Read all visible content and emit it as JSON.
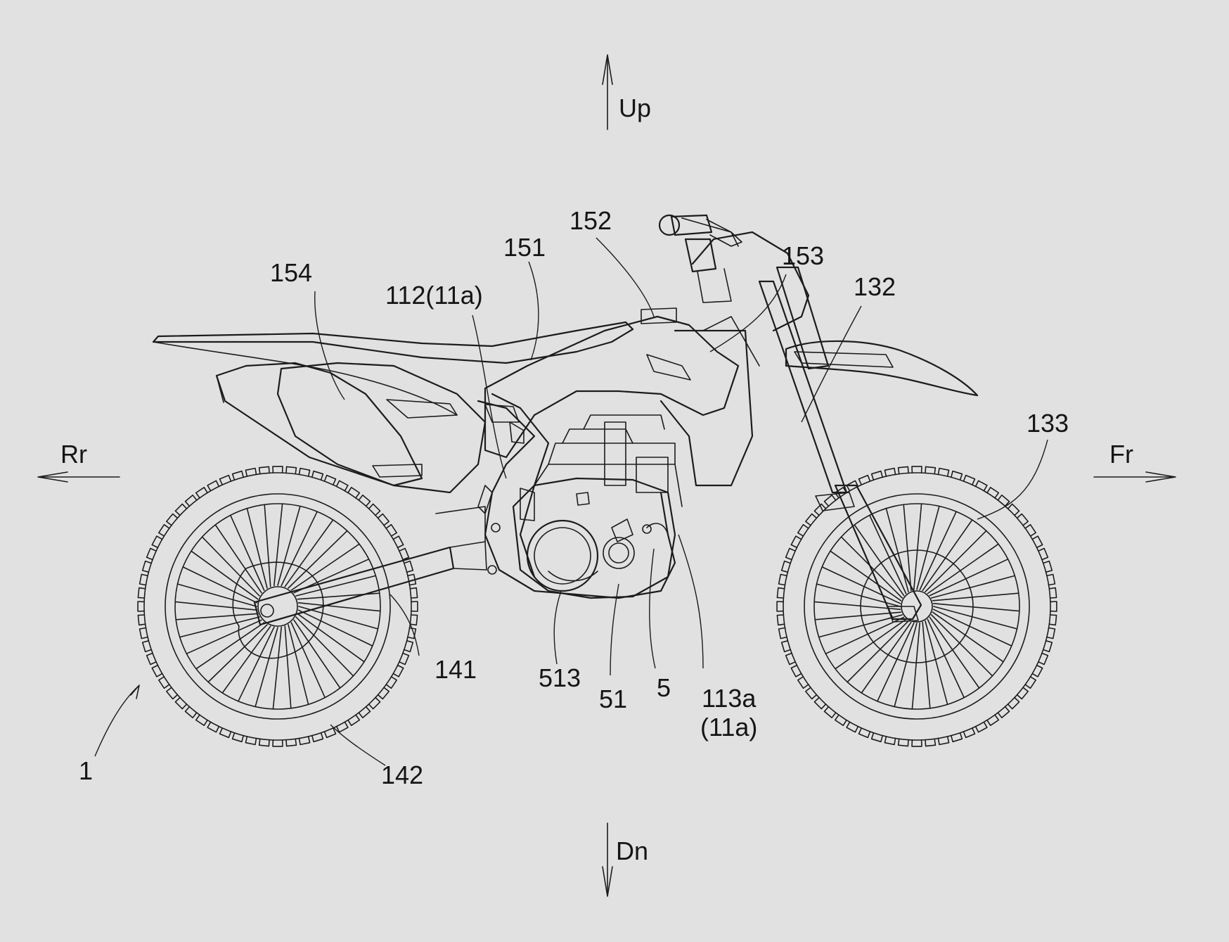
{
  "directions": {
    "up": "Up",
    "down": "Dn",
    "rear": "Rr",
    "front": "Fr"
  },
  "labels": {
    "l1": "1",
    "l5": "5",
    "l51": "51",
    "l112": "112(11a)",
    "l113a": "113a",
    "l113a_sub": "(11a)",
    "l132": "132",
    "l133": "133",
    "l141": "141",
    "l142": "142",
    "l151": "151",
    "l152": "152",
    "l153": "153",
    "l154": "154",
    "l513": "513"
  }
}
